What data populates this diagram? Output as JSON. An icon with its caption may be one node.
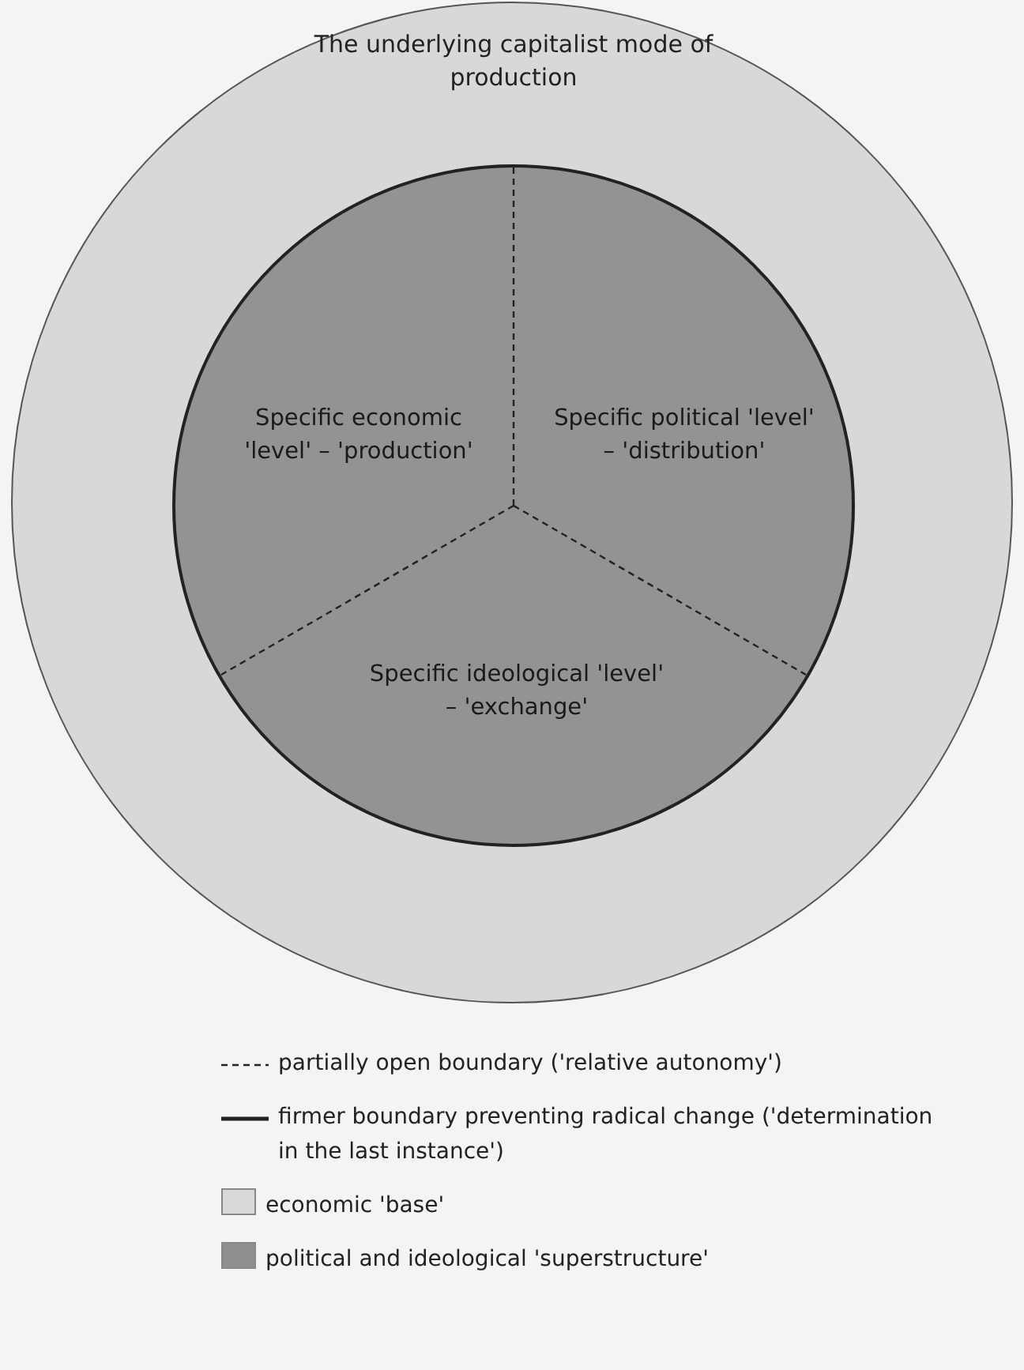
{
  "diagram": {
    "nodes": [
      {
        "text": [
          "The underlying capitalist mode of production"
        ]
      },
      {
        "text": [],
        "shape": "circle",
        "in": 0
      },
      {
        "text": [
          "Specific economic 'level' – 'production'"
        ],
        "in": 1
      },
      {
        "text": [
          "Specific political 'level' – 'distribution'"
        ],
        "in": 1
      },
      {
        "text": [
          "Specific ideological 'level' – 'exchange'"
        ],
        "in": 1
      }
    ],
    "legend": [
      {
        "text": "partially open boundary ('relative autonomy')"
      },
      {
        "text": "firmer boundary preventing radical change ('determination in the last instance')"
      },
      {
        "text": "economic 'base'",
        "color": "#d9d9d9"
      },
      {
        "text": "political and ideological 'superstructure'",
        "color": "#8f8f8f"
      }
    ]
  }
}
